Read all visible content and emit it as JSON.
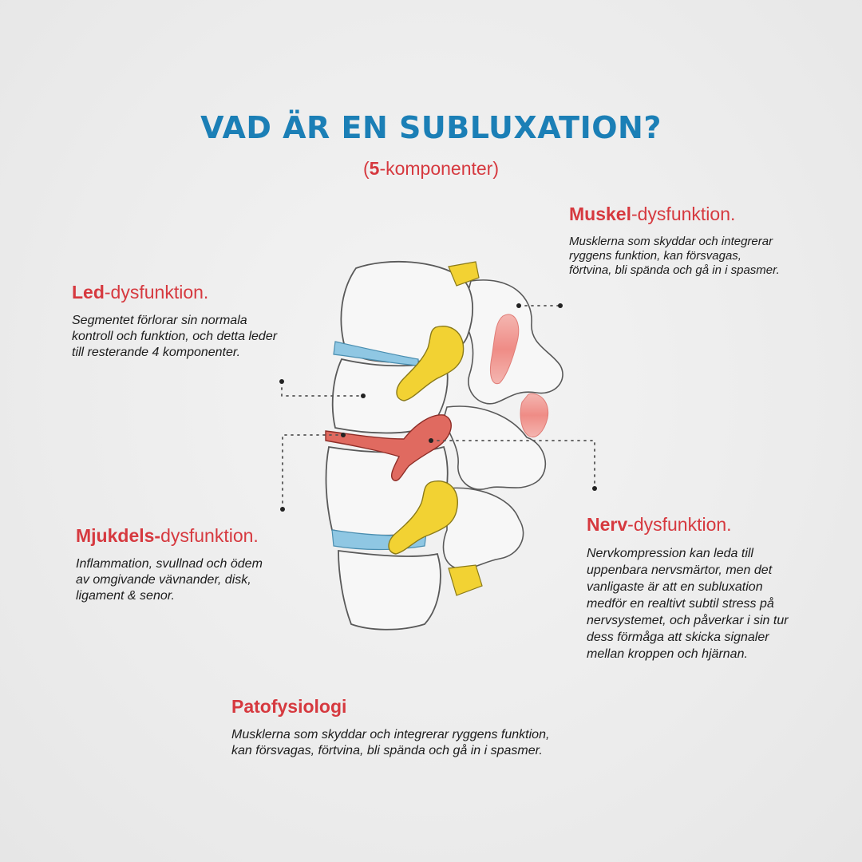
{
  "title": "VAD ÄR EN SUBLUXATION?",
  "subtitle": {
    "open": "(",
    "number": "5",
    "rest": "-komponenter)"
  },
  "components": {
    "muskel": {
      "heading_bold": "Muskel",
      "heading_rest": "-dysfunktion.",
      "text": "Musklerna som skyddar och integrerar ryggens funktion, kan försvagas, förtvina, bli spända och gå in i spasmer."
    },
    "led": {
      "heading_bold": "Led",
      "heading_rest": "-dysfunktion.",
      "text": "Segmentet förlorar sin normala kontroll och funktion, och detta leder till resterande 4 komponenter."
    },
    "mjukdels": {
      "heading_bold": "Mjukdels-",
      "heading_rest": "dysfunktion.",
      "text": "Inflammation, svullnad och ödem av omgivande vävnander, disk, ligament & senor."
    },
    "nerv": {
      "heading_bold": "Nerv",
      "heading_rest": "-dysfunktion.",
      "text": "Nervkompression kan leda till uppenbara nervsmärtor, men det vanligaste är att en subluxation medför en realtivt subtil stress på nervsystemet, och påverkar i sin tur dess förmåga att skicka signaler mellan kroppen och hjärnan."
    },
    "patofysiologi": {
      "heading_bold": "Patofysiologi",
      "heading_rest": "",
      "text": "Musklerna som skyddar och integrerar ryggens funktion, kan försvagas, förtvina, bli spända och gå in i spasmer."
    }
  },
  "colors": {
    "title": "#1b7fb6",
    "accent_red": "#d6393f",
    "bone": "#f7f7f7",
    "bone_outline": "#595959",
    "disc_blue": "#8fc7e3",
    "facet_yellow": "#f2d233",
    "nerve_red": "#e06a60",
    "muscle_pink": "#f0a09a"
  }
}
